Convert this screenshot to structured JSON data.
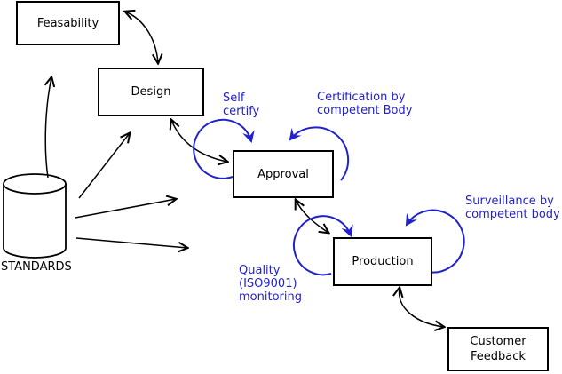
{
  "diagram": {
    "nodes": {
      "feasability": {
        "label": "Feasability",
        "shape": "rect"
      },
      "design": {
        "label": "Design",
        "shape": "rect"
      },
      "approval": {
        "label": "Approval",
        "shape": "rect"
      },
      "production": {
        "label": "Production",
        "shape": "rect"
      },
      "customer_feedback": {
        "label": "Customer\nFeedback",
        "shape": "rect"
      },
      "standards": {
        "label": "STANDARDS",
        "shape": "cylinder"
      }
    },
    "annotations": {
      "self_certify": {
        "label": "Self\ncertify"
      },
      "certification": {
        "label": "Certification by\ncompetent Body"
      },
      "surveillance": {
        "label": "Surveillance by\ncompetent body"
      },
      "quality": {
        "label": "Quality\n(ISO9001)\nmonitoring"
      }
    },
    "edges": [
      {
        "from": "feasability",
        "to": "design",
        "bidirectional": true,
        "style": "curved"
      },
      {
        "from": "design",
        "to": "approval",
        "bidirectional": true,
        "style": "curved"
      },
      {
        "from": "standards",
        "to": "feasability",
        "bidirectional": false,
        "style": "line"
      },
      {
        "from": "standards",
        "to": "design",
        "bidirectional": false,
        "style": "line"
      },
      {
        "from": "standards",
        "to": "approval",
        "bidirectional": false,
        "style": "line"
      },
      {
        "from": "standards",
        "to": "production",
        "bidirectional": false,
        "style": "line"
      },
      {
        "from": "approval",
        "to": "production",
        "bidirectional": true,
        "style": "curved"
      },
      {
        "from": "production",
        "to": "customer_feedback",
        "bidirectional": true,
        "style": "curved"
      },
      {
        "type": "self-loop",
        "on": "approval",
        "annotation": "self_certify"
      },
      {
        "type": "self-loop",
        "on": "approval",
        "annotation": "certification"
      },
      {
        "type": "self-loop",
        "on": "production",
        "annotation": "quality"
      },
      {
        "type": "self-loop",
        "on": "production",
        "annotation": "surveillance"
      }
    ]
  },
  "colors": {
    "line": "#000000",
    "loop": "#2222cc",
    "bg": "#ffffff"
  }
}
